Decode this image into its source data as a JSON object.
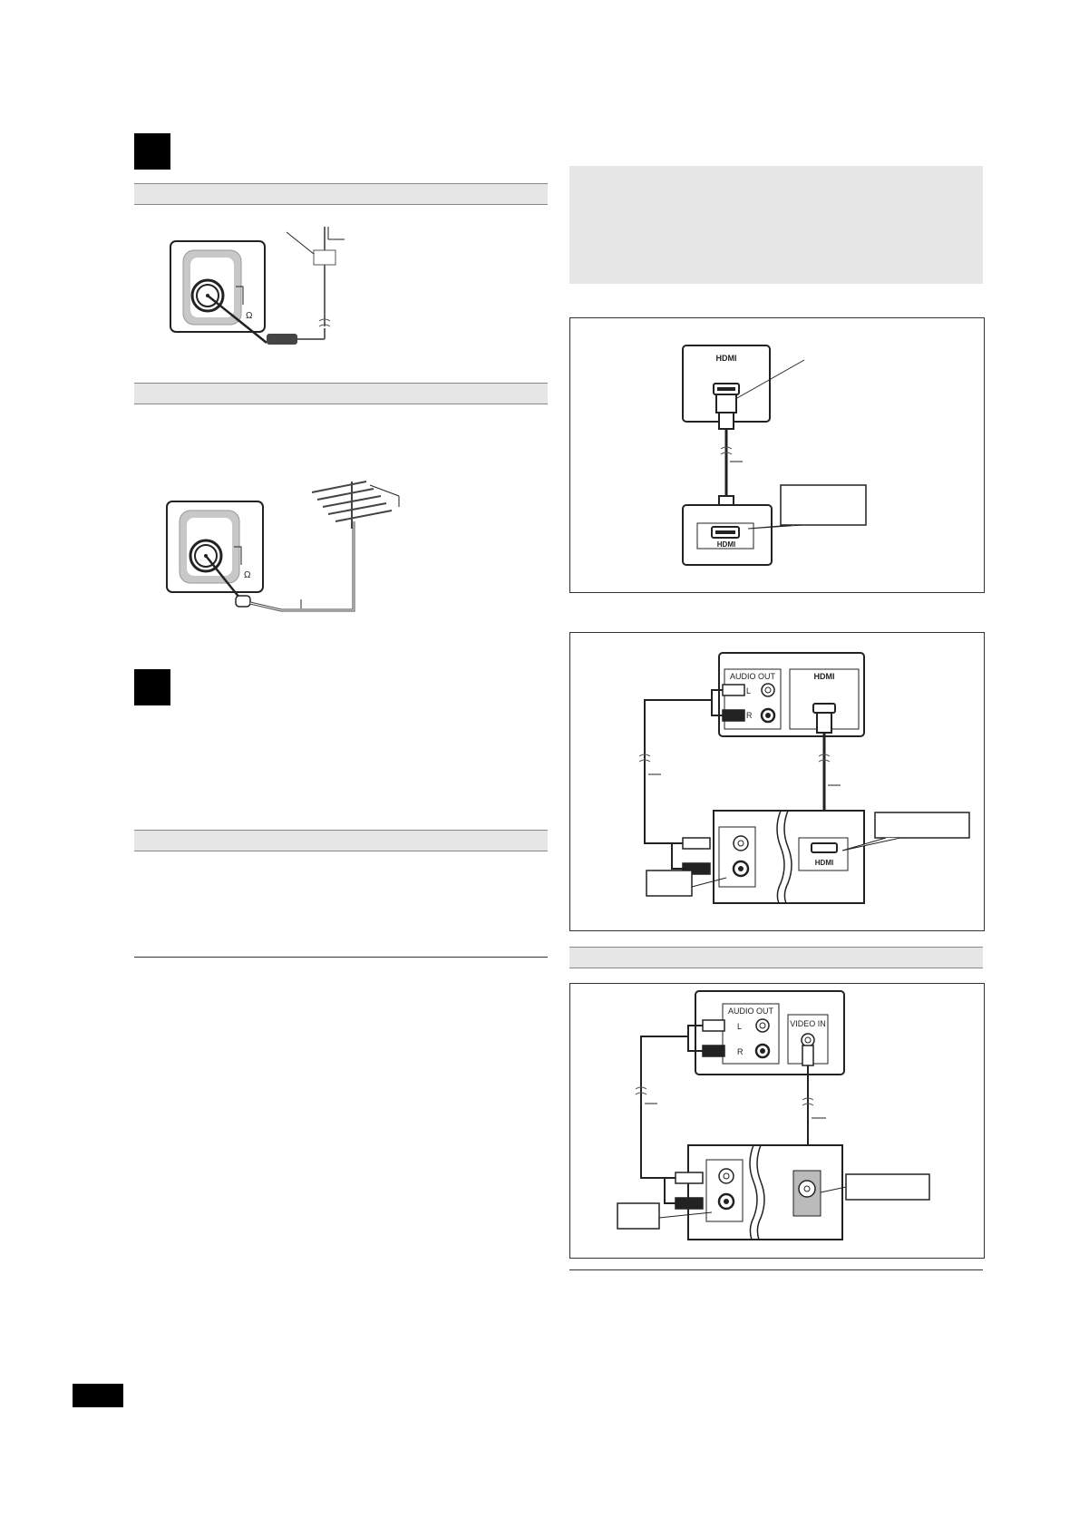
{
  "diagrams": {
    "fm_indoor_antenna": {
      "ohm_symbol": "Ω"
    },
    "fm_outdoor_antenna": {
      "ohm_symbol": "Ω"
    },
    "hdmi_connection": {
      "hdmi_logo_top": "HDMI",
      "hdmi_logo_bottom": "HDMI"
    },
    "hdmi_audio_connection": {
      "audio_out_label": "AUDIO OUT",
      "left_label": "L",
      "right_label": "R",
      "hdmi_logo_top": "HDMI",
      "hdmi_logo_bottom": "HDMI"
    },
    "video_audio_connection": {
      "audio_out_label": "AUDIO OUT",
      "left_label": "L",
      "right_label": "R",
      "video_in_label": "VIDEO IN"
    }
  },
  "colors": {
    "panel_gray": "#e6e6e6",
    "shade_gray": "#c8c8c8",
    "ink": "#222222"
  }
}
